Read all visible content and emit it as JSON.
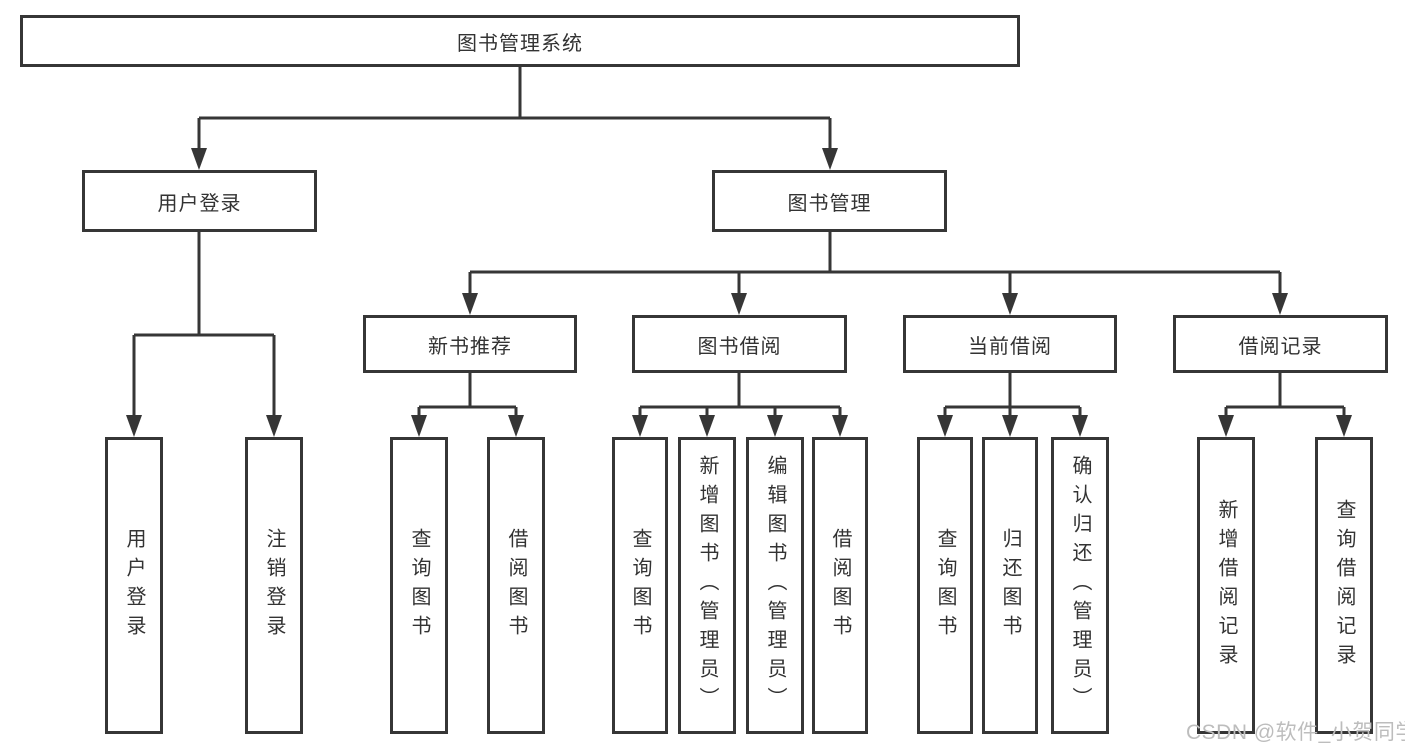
{
  "colors": {
    "line": "#363636",
    "text": "#333333",
    "watermark": "#bdbdbd",
    "box-bg": "#ffffff"
  },
  "watermark": {
    "text": "CSDN @软件_小贺同学"
  },
  "tree": {
    "label": "图书管理系统",
    "children": [
      {
        "label": "用户登录",
        "children": [
          {
            "label": "用户登录"
          },
          {
            "label": "注销登录"
          }
        ]
      },
      {
        "label": "图书管理",
        "children": [
          {
            "label": "新书推荐",
            "children": [
              {
                "label": "查询图书"
              },
              {
                "label": "借阅图书"
              }
            ]
          },
          {
            "label": "图书借阅",
            "children": [
              {
                "label": "查询图书"
              },
              {
                "label": "新增图书（管理员）"
              },
              {
                "label": "编辑图书（管理员）"
              },
              {
                "label": "借阅图书"
              }
            ]
          },
          {
            "label": "当前借阅",
            "children": [
              {
                "label": "查询图书"
              },
              {
                "label": "归还图书"
              },
              {
                "label": "确认归还（管理员）"
              }
            ]
          },
          {
            "label": "借阅记录",
            "children": [
              {
                "label": "新增借阅记录"
              },
              {
                "label": "查询借阅记录"
              }
            ]
          }
        ]
      }
    ]
  }
}
